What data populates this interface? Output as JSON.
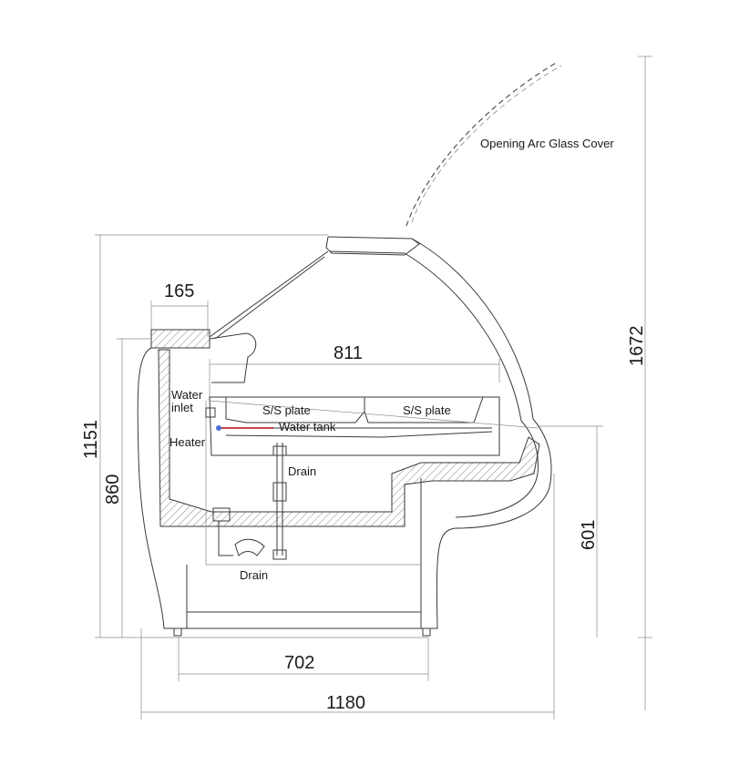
{
  "labels": {
    "glass_cover": "Opening Arc Glass Cover",
    "ss_plate_1": "S/S plate",
    "ss_plate_2": "S/S plate",
    "water_tank": "Water tank",
    "water_inlet_1": "Water",
    "water_inlet_2": "inlet",
    "heater": "Heater",
    "drain_upper": "Drain",
    "drain_lower": "Drain"
  },
  "dimensions": {
    "d165": "165",
    "d811": "811",
    "d1672": "1672",
    "d1151": "1151",
    "d860": "860",
    "d601": "601",
    "d702": "702",
    "d1180": "1180"
  },
  "colors": {
    "line": "#3a3a3a",
    "heater": "#c44"
  }
}
